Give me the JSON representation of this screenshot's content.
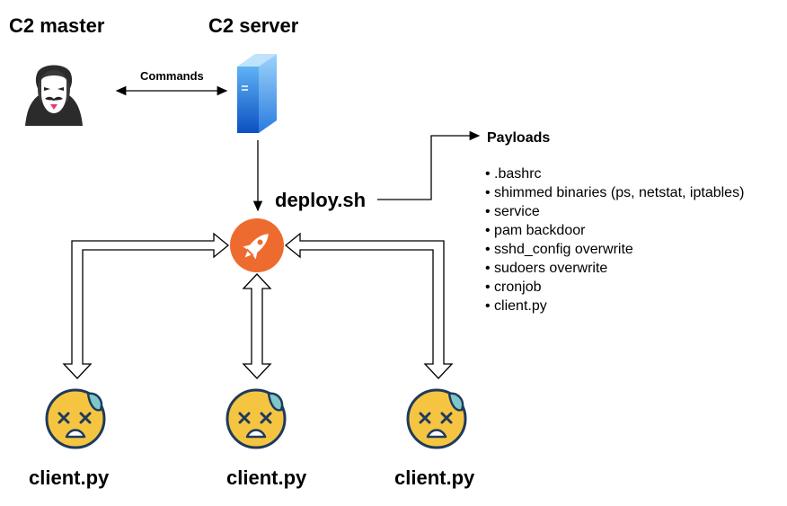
{
  "nodes": {
    "master_label": "C2 master",
    "server_label": "C2 server",
    "commands_label": "Commands",
    "deploy_label": "deploy.sh",
    "clients": [
      {
        "label": "client.py"
      },
      {
        "label": "client.py"
      },
      {
        "label": "client.py"
      }
    ]
  },
  "payloads": {
    "title": "Payloads",
    "items": [
      ".bashrc",
      "shimmed binaries (ps, netstat, iptables)",
      "service",
      "pam backdoor",
      "sshd_config overwrite",
      "sudoers overwrite",
      "cronjob",
      "client.py"
    ]
  },
  "icons": {
    "master": "hacker-mask-icon",
    "server": "server-tower-icon",
    "deploy": "rocket-icon",
    "client": "dizzy-face-icon"
  },
  "colors": {
    "rocket_orange": "#EE6B2F",
    "face_yellow": "#F5C542",
    "face_outline": "#1F3A5C",
    "face_bump": "#7EC8C8",
    "server_blue": "#1E6FD9"
  }
}
